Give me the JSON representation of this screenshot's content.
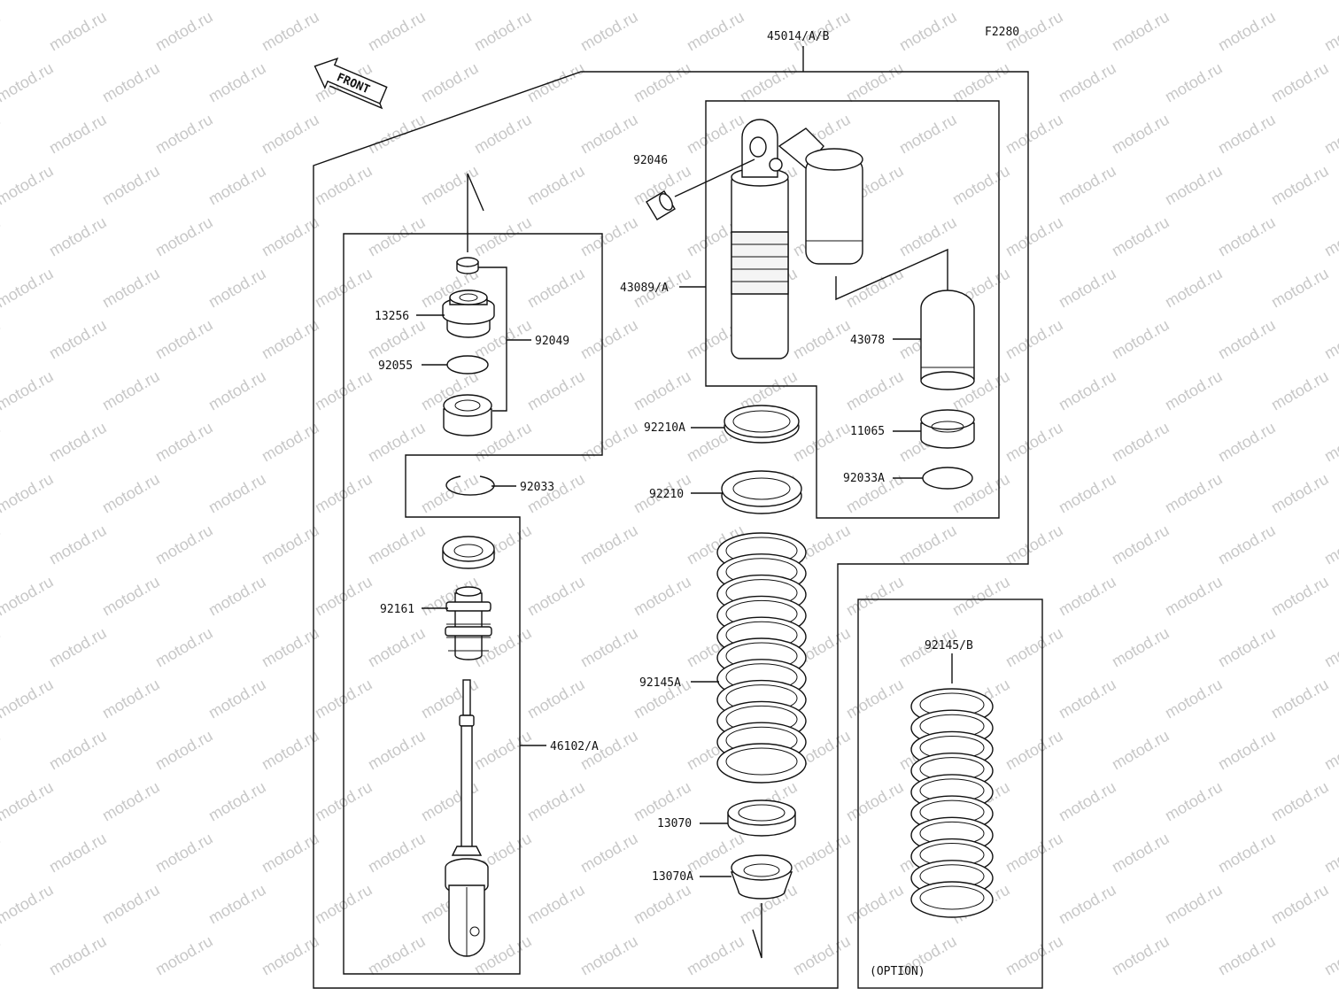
{
  "diagram_code": "F2280",
  "front_label": "FRONT",
  "option_label": "(OPTION)",
  "watermark_text": "motod.ru",
  "colors": {
    "line": "#111111",
    "watermark": "#c8c8c8",
    "background": "#ffffff"
  },
  "callouts": {
    "c45014": "45014/A/B",
    "c92046": "92046",
    "c43089": "43089/A",
    "c43078": "43078",
    "c13256": "13256",
    "c92049": "92049",
    "c92055": "92055",
    "c92033": "92033",
    "c92161": "92161",
    "c46102": "46102/A",
    "c92210A": "92210A",
    "c92210": "92210",
    "c11065": "11065",
    "c92033A": "92033A",
    "c92145A": "92145A",
    "c13070": "13070",
    "c13070A": "13070A",
    "c92145B": "92145/B"
  }
}
